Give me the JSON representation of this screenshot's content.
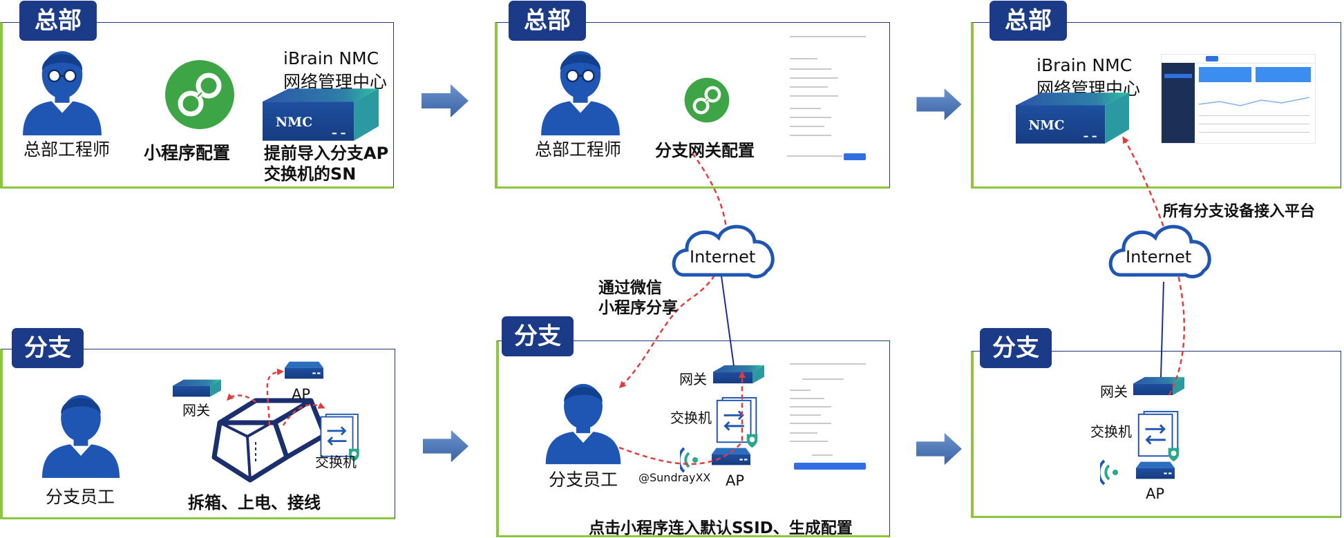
{
  "colors": {
    "navy": "#1b3a87",
    "accent_green": "#8cc63f",
    "arrow_blue": "#4f78b5",
    "dashed_red": "#e23b3b",
    "wechat_green": "#3ea546"
  },
  "panels": {
    "hq1": {
      "tag": "总部",
      "engineer_label": "总部工程师",
      "miniapp_label": "小程序配置",
      "nmc_title_line1": "iBrain NMC",
      "nmc_title_line2": "网络管理中心",
      "nmc_badge": "NMC",
      "import_line1": "提前导入分支AP",
      "import_line2": "交换机的SN"
    },
    "hq2": {
      "tag": "总部",
      "engineer_label": "总部工程师",
      "config_label": "分支网关配置"
    },
    "hq3": {
      "tag": "总部",
      "nmc_title_line1": "iBrain NMC",
      "nmc_title_line2": "网络管理中心",
      "nmc_badge": "NMC"
    },
    "br1": {
      "tag": "分支",
      "staff_label": "分支员工",
      "gateway_label": "网关",
      "ap_label": "AP",
      "switch_label": "交换机",
      "action_label": "拆箱、上电、接线"
    },
    "br2": {
      "tag": "分支",
      "staff_label": "分支员工",
      "gateway_label": "网关",
      "switch_label": "交换机",
      "ap_label": "AP",
      "ssid_label": "@SundrayXX",
      "action_label": "点击小程序连入默认SSID、生成配置"
    },
    "br3": {
      "tag": "分支",
      "gateway_label": "网关",
      "switch_label": "交换机",
      "ap_label": "AP"
    }
  },
  "clouds": {
    "cloud1": "Internet",
    "cloud2": "Internet"
  },
  "annotations": {
    "wechat_share_line1": "通过微信",
    "wechat_share_line2": "小程序分享",
    "all_devices": "所有分支设备接入平台"
  }
}
